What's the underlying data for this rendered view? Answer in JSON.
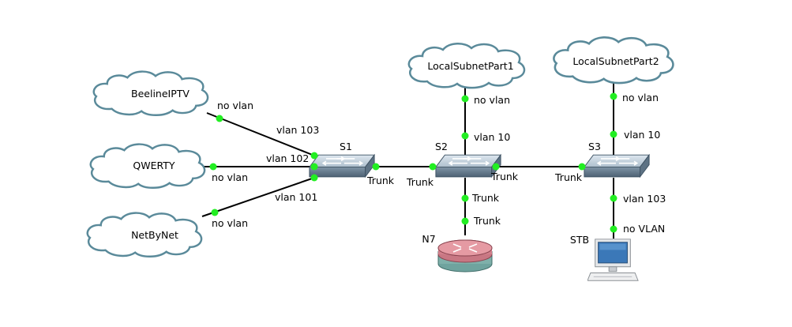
{
  "colors": {
    "link_status": "#22ee22",
    "cloud_outline": "#5a8a9a",
    "switch_top": "#c8d6e2",
    "router_body": "#d9707c",
    "router_base": "#7fb0aa"
  },
  "clouds": {
    "beeline": "BeelineIPTV",
    "qwerty": "QWERTY",
    "netbynet": "NetByNet",
    "local1": "LocalSubnetPart1",
    "local2": "LocalSubnetPart2"
  },
  "devices": {
    "s1": "S1",
    "s2": "S2",
    "s3": "S3",
    "n7": "N7",
    "stb": "STB"
  },
  "links": {
    "beeline_cloud_end": "no vlan",
    "beeline_switch_end": "vlan 103",
    "qwerty_cloud_end": "no vlan",
    "qwerty_switch_end": "vlan 102",
    "netbynet_cloud_end": "no vlan",
    "netbynet_switch_end": "vlan 101",
    "s1_s2_s1_end": "Trunk",
    "s1_s2_s2_end": "Trunk",
    "s2_local1_cloud_end": "no vlan",
    "s2_local1_switch_end": "vlan 10",
    "s2_n7_switch_end": "Trunk",
    "s2_n7_router_end": "Trunk",
    "s2_s3_s2_end": "Trunk",
    "s2_s3_s3_end": "Trunk",
    "s3_local2_cloud_end": "no vlan",
    "s3_local2_switch_end": "vlan 10",
    "s3_stb_switch_end": "vlan 103",
    "s3_stb_pc_end": "no VLAN"
  }
}
